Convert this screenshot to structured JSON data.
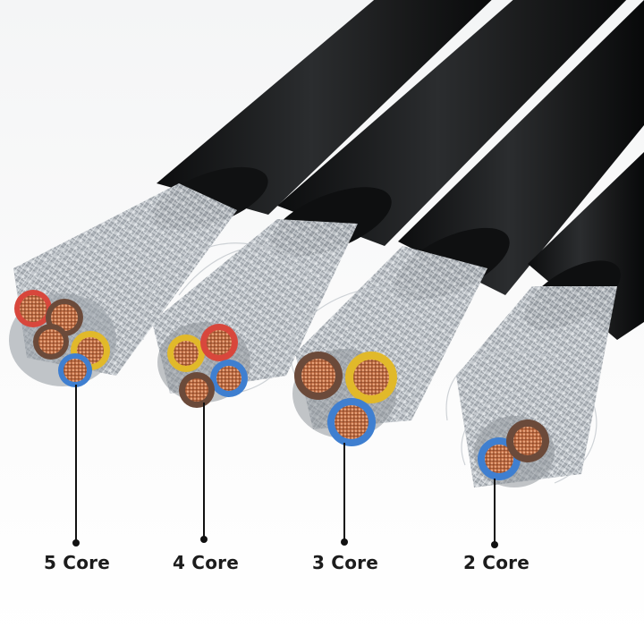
{
  "labels": {
    "five_core": "5 Core",
    "four_core": "4 Core",
    "three_core": "3 Core",
    "two_core": "2 Core"
  },
  "colors": {
    "jacket": "#1a1b1c",
    "braid": "#b9bec4",
    "copper": "#c8744a",
    "red": "#d8473c",
    "brown": "#6b4a3a",
    "yellow": "#e1b92a",
    "blue": "#3f7fd0",
    "leader": "#111111"
  }
}
